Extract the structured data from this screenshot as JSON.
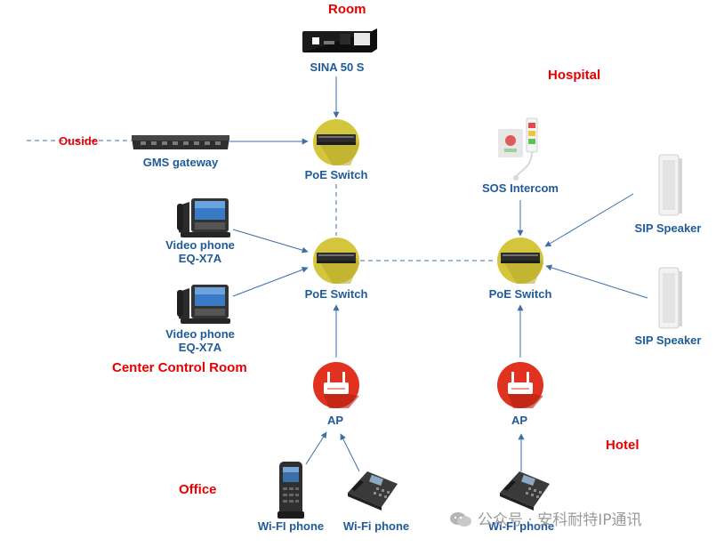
{
  "zones": {
    "room": "Room",
    "hospital": "Hospital",
    "center_control_room": "Center Control Room",
    "hotel": "Hotel",
    "office": "Office",
    "outside": "Ouside"
  },
  "devices": {
    "sina": "SINA 50 S",
    "gms_gateway": "GMS gateway",
    "poe_switch_top": "PoE Switch",
    "poe_switch_left": "PoE Switch",
    "poe_switch_right": "PoE Switch",
    "sos_intercom": "SOS Intercom",
    "sip_speaker_1": "SIP Speaker",
    "sip_speaker_2": "SIP Speaker",
    "video_phone_1": "Video phone\nEQ-X7A",
    "video_phone_2": "Video phone\nEQ-X7A",
    "ap_left": "AP",
    "ap_right": "AP",
    "wifi_phone_1": "Wi-FI phone",
    "wifi_phone_2": "Wi-Fi phone",
    "wifi_phone_3": "Wi-FI phone"
  },
  "watermark": "公众号 · 安科耐特IP通讯",
  "colors": {
    "device_label": "#1f5a99",
    "zone_label": "#e60000",
    "connector": "#3d6fa8",
    "switch_circle": "#d4c63c",
    "ap_circle": "#e0321f"
  }
}
